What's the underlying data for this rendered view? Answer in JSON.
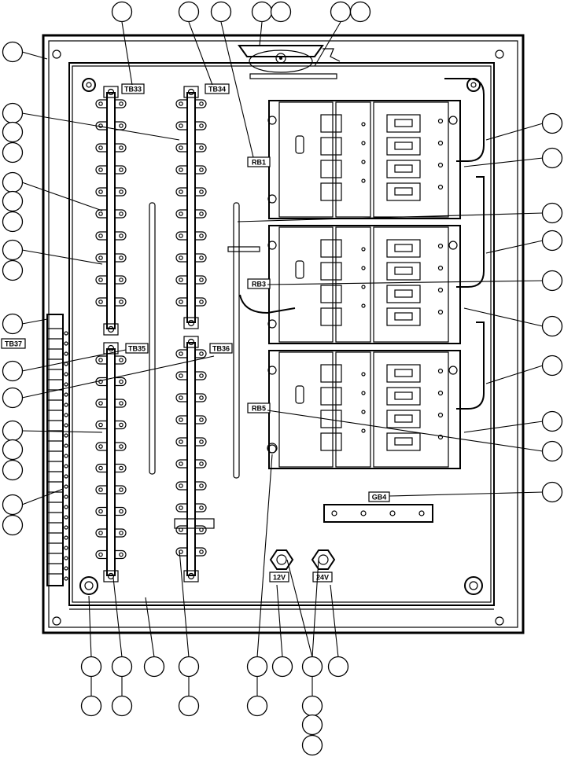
{
  "labels": {
    "tb33": "TB33",
    "tb34": "TB34",
    "tb35": "TB35",
    "tb36": "TB36",
    "tb37": "TB37",
    "rb1": "RB1",
    "rb3": "RB3",
    "rb5": "RB5",
    "gb4": "GB4",
    "v12": "12V",
    "v24": "24V"
  },
  "colors": {
    "line": "#000000",
    "background": "#ffffff"
  }
}
